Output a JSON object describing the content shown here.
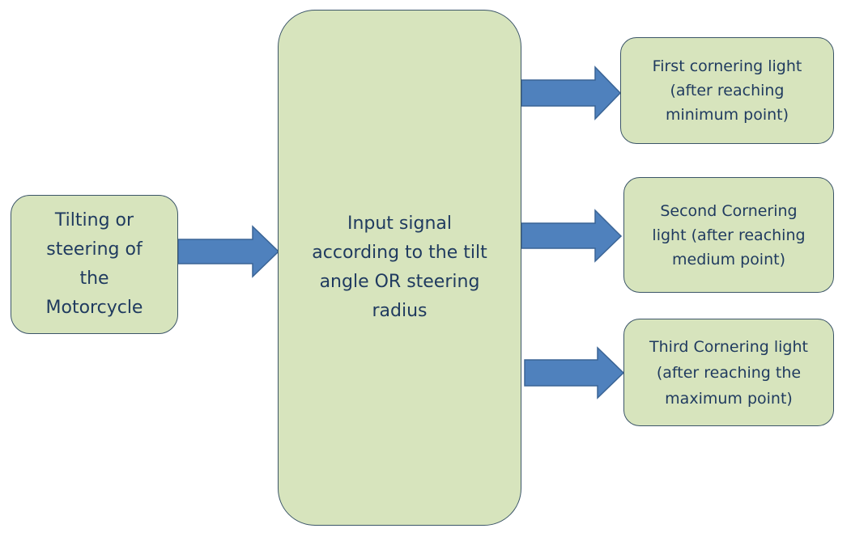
{
  "colors": {
    "box_fill": "#d7e4bd",
    "box_border": "#3b5568",
    "text": "#1f3a5f",
    "arrow_fill": "#4f81bd",
    "arrow_stroke": "#3a6495"
  },
  "nodes": {
    "input": {
      "text": "Tilting or\nsteering of\nthe\nMotorcycle"
    },
    "central": {
      "text": "Input signal\naccording to the tilt\nangle OR steering\nradius"
    },
    "first": {
      "text": "First cornering light\n(after reaching\nminimum point)"
    },
    "second": {
      "text": "Second Cornering\nlight (after reaching\nmedium point)"
    },
    "third": {
      "text": "Third Cornering light\n(after reaching the\nmaximum point)"
    }
  },
  "edges": [
    {
      "from": "input",
      "to": "central"
    },
    {
      "from": "central",
      "to": "first"
    },
    {
      "from": "central",
      "to": "second"
    },
    {
      "from": "central",
      "to": "third"
    }
  ]
}
